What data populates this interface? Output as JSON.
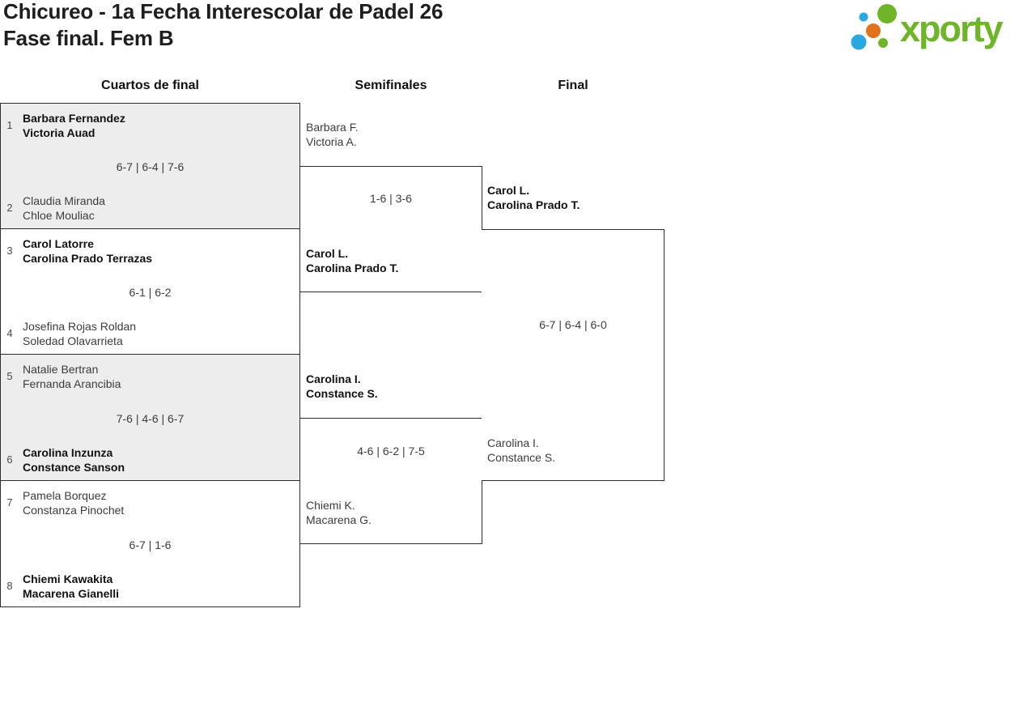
{
  "page": {
    "title_line1": "Chicureo - 1a Fecha Interescolar de Padel 26",
    "title_line2": "Fase final. Fem B"
  },
  "logo": {
    "text": "xporty",
    "colors": {
      "green": "#6fb52a",
      "blue": "#2aa7e0",
      "orange": "#e0731a"
    }
  },
  "columns": {
    "quarterfinals": "Cuartos de final",
    "semifinals": "Semifinales",
    "final": "Final"
  },
  "style_colors": {
    "border": "#2e2e2e",
    "match_alt_background": "#ededed",
    "winner_text": "#121212",
    "normal_text": "#3c3c3c"
  },
  "bracket": {
    "quarterfinals": [
      {
        "seed_top": "1",
        "team_top_line1": "Barbara Fernandez",
        "team_top_line2": "Victoria Auad",
        "top_winner": true,
        "score": "6-7 | 6-4 | 7-6",
        "seed_bottom": "2",
        "team_bottom_line1": "Claudia Miranda",
        "team_bottom_line2": "Chloe Mouliac",
        "bottom_winner": false
      },
      {
        "seed_top": "3",
        "team_top_line1": "Carol Latorre",
        "team_top_line2": "Carolina Prado Terrazas",
        "top_winner": true,
        "score": "6-1 | 6-2",
        "seed_bottom": "4",
        "team_bottom_line1": "Josefina Rojas Roldan",
        "team_bottom_line2": "Soledad Olavarrieta",
        "bottom_winner": false
      },
      {
        "seed_top": "5",
        "team_top_line1": "Natalie Bertran",
        "team_top_line2": "Fernanda Arancibia",
        "top_winner": false,
        "score": "7-6 | 4-6 | 6-7",
        "seed_bottom": "6",
        "team_bottom_line1": "Carolina Inzunza",
        "team_bottom_line2": "Constance Sanson",
        "bottom_winner": true
      },
      {
        "seed_top": "7",
        "team_top_line1": "Pamela Borquez",
        "team_top_line2": "Constanza Pinochet",
        "top_winner": false,
        "score": "6-7 | 1-6",
        "seed_bottom": "8",
        "team_bottom_line1": "Chiemi Kawakita",
        "team_bottom_line2": "Macarena Gianelli",
        "bottom_winner": true
      }
    ],
    "semifinals": [
      {
        "team_top_line1": "Barbara F.",
        "team_top_line2": "Victoria A.",
        "top_winner": false,
        "score": "1-6 | 3-6",
        "team_bottom_line1": "Carol L.",
        "team_bottom_line2": "Carolina Prado T.",
        "bottom_winner": true
      },
      {
        "team_top_line1": "Carolina I.",
        "team_top_line2": "Constance S.",
        "top_winner": true,
        "score": "4-6 | 6-2 | 7-5",
        "team_bottom_line1": "Chiemi K.",
        "team_bottom_line2": "Macarena G.",
        "bottom_winner": false
      }
    ],
    "final": {
      "team_top_line1": "Carol L.",
      "team_top_line2": "Carolina Prado T.",
      "top_winner": true,
      "score": "6-7 | 6-4 | 6-0",
      "team_bottom_line1": "Carolina I.",
      "team_bottom_line2": "Constance S.",
      "bottom_winner": false
    }
  }
}
